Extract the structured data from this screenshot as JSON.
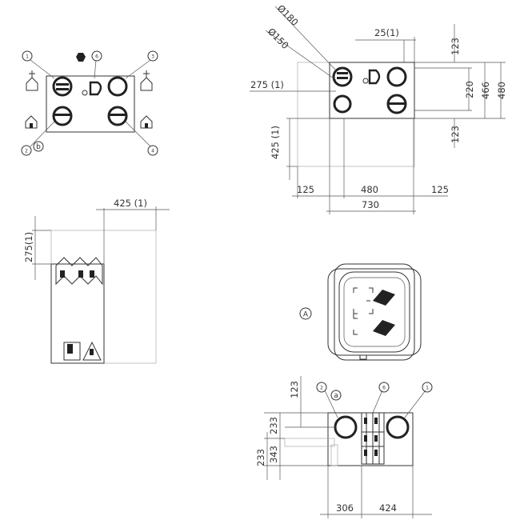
{
  "colors": {
    "line": "#333333",
    "light_line": "#aaaaaa",
    "fill_dark": "#222222",
    "background": "#ffffff"
  },
  "icons": [
    "house-outline-icon",
    "house-door-icon",
    "hex-nut-icon"
  ],
  "views": {
    "schematic": {
      "markers": [
        "1",
        "6",
        "3",
        "2",
        "b",
        "4"
      ]
    },
    "front_view": {
      "diameter_top": "Ø180",
      "diameter_second": "Ø150",
      "dim_top_small": "25(1)",
      "dim_right_top": "123",
      "dim_right_220": "220",
      "dim_right_466": "466",
      "dim_right_480": "480",
      "dim_right_bottom": "123",
      "dim_left_275": "275 (1)",
      "dim_left_425": "425 (1)",
      "dim_bottom_left": "125",
      "dim_bottom_mid": "480",
      "dim_bottom_right": "125",
      "dim_bottom_total": "730"
    },
    "side_view": {
      "dim_top": "425 (1)",
      "dim_left": "275(1)"
    },
    "top_view": {
      "marker": "A"
    },
    "bottom_view": {
      "markers": [
        "2",
        "a",
        "6",
        "1"
      ],
      "dim_123": "123",
      "dim_233_a": "233",
      "dim_233_b": "233",
      "dim_343": "343",
      "dim_306": "306",
      "dim_424": "424"
    }
  }
}
